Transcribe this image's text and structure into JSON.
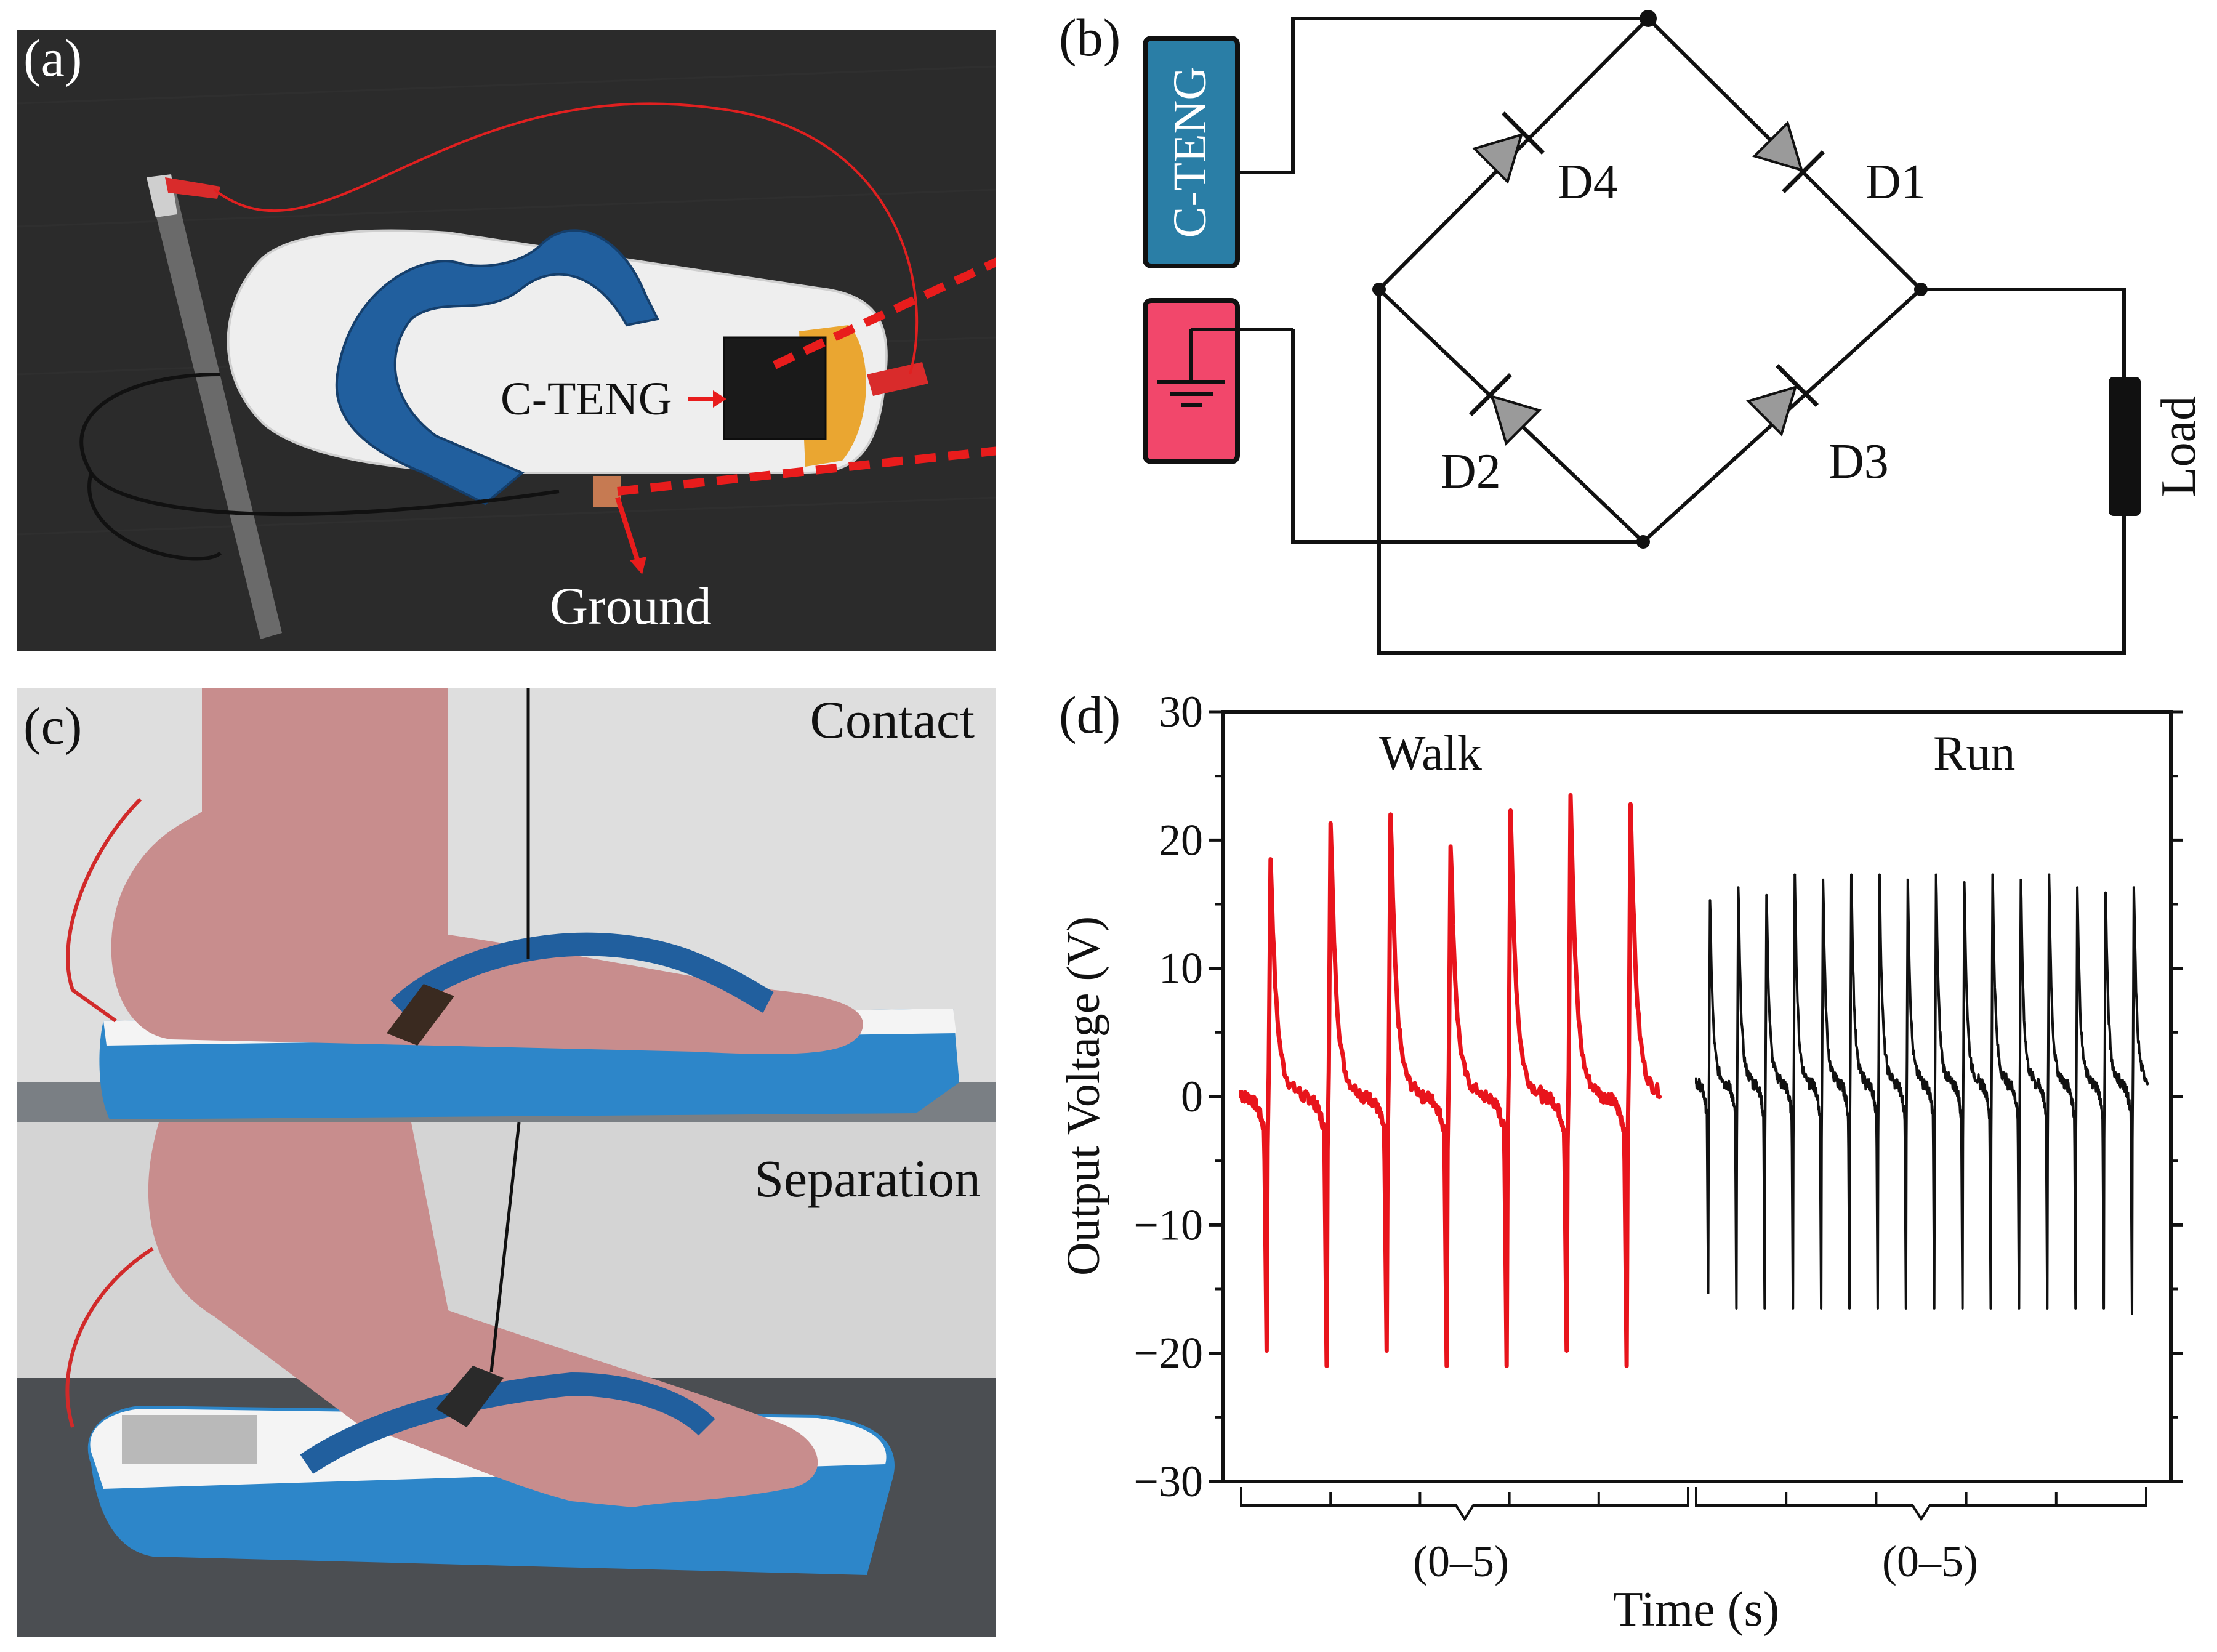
{
  "panel_a": {
    "label": "(a)",
    "teng_label": "C-TENG",
    "ground_label": "Ground"
  },
  "panel_b": {
    "label": "(b)",
    "teng_box_label": "C-TENG",
    "diodes": [
      "D4",
      "D1",
      "D2",
      "D3"
    ],
    "load_label": "Load",
    "colors": {
      "teng_box": "#2a7ea6",
      "ground_box": "#f2476b",
      "diode": "#9a9a9a"
    }
  },
  "panel_c": {
    "label": "(c)",
    "top_caption": "Contact",
    "bottom_caption": "Separation"
  },
  "chart_data": {
    "type": "line",
    "label": "(d)",
    "title": "",
    "xlabel": "Time (s)",
    "ylabel": "Output Voltage (V)",
    "ylim": [
      -30,
      30
    ],
    "yticks": [
      -30,
      -20,
      -10,
      0,
      10,
      20,
      30
    ],
    "segment_labels": [
      "(0–5)",
      "(0–5)"
    ],
    "annotations": [
      "Walk",
      "Run"
    ],
    "series": [
      {
        "color": "#e8141c",
        "cycles": 7,
        "peaks_positive": [
          18.5,
          21.3,
          22.0,
          19.5,
          22.3,
          23.5,
          22.8
        ],
        "peaks_negative": [
          -19.8,
          -21.0,
          -19.8,
          -21.0,
          -21.0,
          -19.8,
          -21.0
        ],
        "baseline": 0
      },
      {
        "color": "#111111",
        "cycles": 16,
        "peaks_positive": [
          15.3,
          16.3,
          15.7,
          17.3,
          16.9,
          17.3,
          17.3,
          16.9,
          17.3,
          16.7,
          17.3,
          16.9,
          17.3,
          16.3,
          15.9,
          16.3
        ],
        "peaks_negative": [
          -15.3,
          -16.5,
          -16.5,
          -16.5,
          -16.5,
          -16.5,
          -16.5,
          -16.5,
          -16.5,
          -16.5,
          -16.5,
          -16.5,
          -16.5,
          -16.5,
          -16.5,
          -16.9
        ],
        "baseline": 1
      }
    ],
    "colors": {
      "walk": "#e8141c",
      "run": "#111111"
    }
  }
}
